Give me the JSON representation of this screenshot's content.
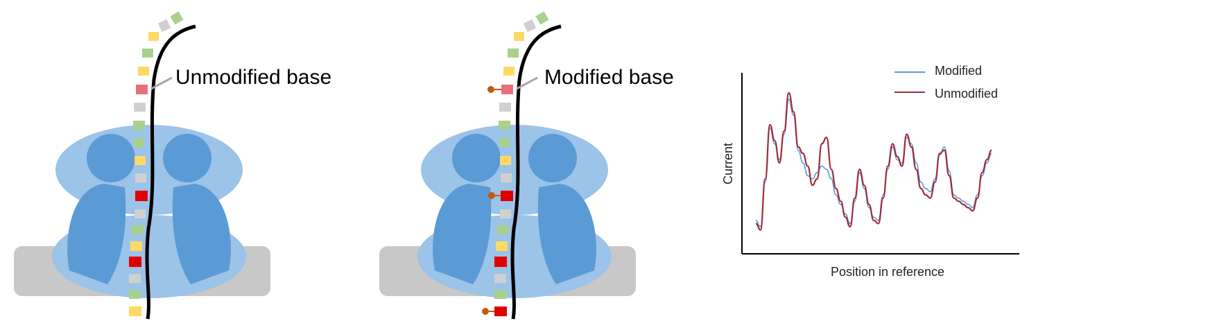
{
  "colors": {
    "background": "#ffffff",
    "membrane": "#c8c8c8",
    "pore_outer": "#9cc3e8",
    "pore_inner": "#5b9bd5",
    "strand": "#000000",
    "base_green": "#a9d18e",
    "base_yellow": "#ffd966",
    "base_gray": "#d0d0d0",
    "base_red": "#e00000",
    "base_pink": "#e8707a",
    "modification": "#c55a11",
    "pointer": "#a6a6a6",
    "axis": "#000000"
  },
  "panels": {
    "unmodified": {
      "label": "Unmodified base"
    },
    "modified": {
      "label": "Modified base"
    }
  },
  "chart_data": {
    "type": "line",
    "title": "",
    "xlabel": "Position in reference",
    "ylabel": "Current",
    "ticks": "none",
    "grid": false,
    "legend_placement": "top-right",
    "xlim": [
      0,
      100
    ],
    "ylim": [
      0,
      100
    ],
    "series": [
      {
        "name": "Modified",
        "color": "#5b9bd5",
        "x": [
          0,
          2,
          4,
          6,
          8,
          10,
          12,
          14,
          16,
          18,
          20,
          22,
          24,
          26,
          28,
          30,
          32,
          34,
          36,
          38,
          40,
          42,
          44,
          46,
          48,
          50,
          52,
          54,
          56,
          58,
          60,
          62,
          64,
          66,
          68,
          70,
          72,
          74,
          76,
          78,
          80,
          82,
          84,
          86,
          88,
          90,
          92,
          94,
          96,
          98,
          100
        ],
        "y": [
          14,
          10,
          38,
          72,
          62,
          52,
          68,
          90,
          80,
          58,
          50,
          42,
          40,
          44,
          48,
          46,
          40,
          30,
          24,
          18,
          12,
          26,
          44,
          34,
          22,
          16,
          14,
          30,
          46,
          60,
          52,
          50,
          66,
          62,
          50,
          38,
          34,
          32,
          40,
          55,
          60,
          45,
          30,
          28,
          26,
          24,
          22,
          30,
          42,
          50,
          56
        ]
      },
      {
        "name": "Unmodified",
        "color": "#a02b3a",
        "x": [
          0,
          2,
          4,
          6,
          8,
          10,
          12,
          14,
          16,
          18,
          20,
          22,
          24,
          26,
          28,
          30,
          32,
          34,
          36,
          38,
          40,
          42,
          44,
          46,
          48,
          50,
          52,
          54,
          56,
          58,
          60,
          62,
          64,
          66,
          68,
          70,
          72,
          74,
          76,
          78,
          80,
          82,
          84,
          86,
          88,
          90,
          92,
          94,
          96,
          98,
          100
        ],
        "y": [
          12,
          8,
          40,
          74,
          64,
          50,
          70,
          94,
          82,
          60,
          56,
          48,
          36,
          40,
          62,
          66,
          46,
          34,
          26,
          16,
          10,
          28,
          46,
          36,
          24,
          14,
          12,
          28,
          48,
          62,
          54,
          48,
          68,
          60,
          46,
          34,
          30,
          28,
          38,
          56,
          58,
          42,
          28,
          26,
          24,
          22,
          20,
          28,
          44,
          52,
          58
        ]
      }
    ]
  }
}
